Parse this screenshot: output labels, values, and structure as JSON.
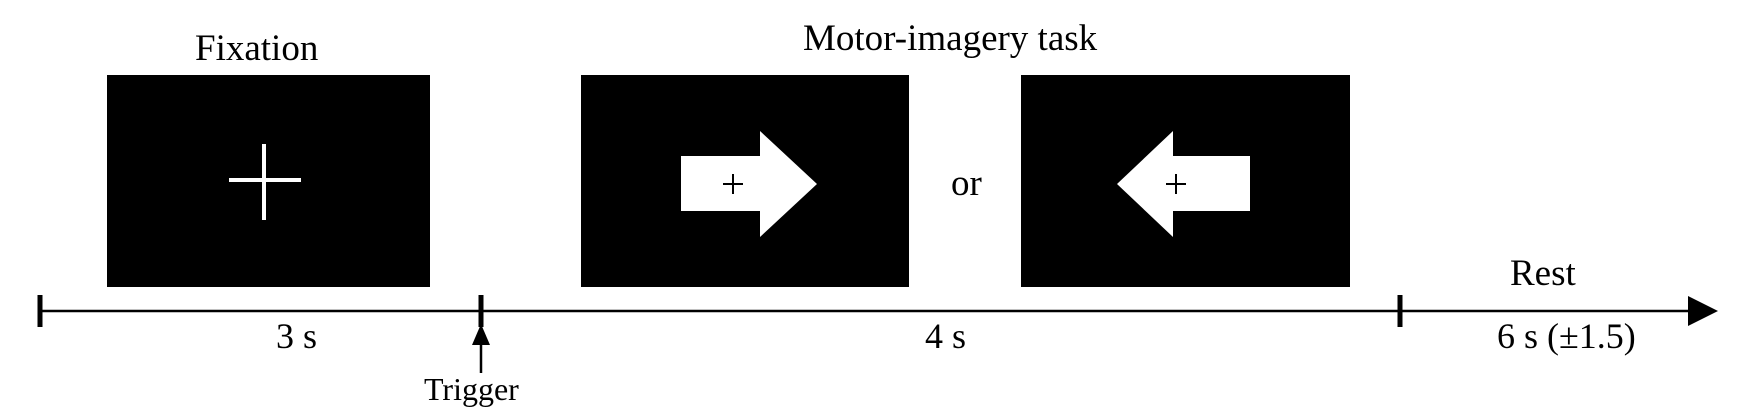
{
  "phases": {
    "fixation": {
      "title": "Fixation",
      "duration": "3 s"
    },
    "task": {
      "title": "Motor-imagery task",
      "duration": "4 s",
      "separator": "or"
    },
    "rest": {
      "title": "Rest",
      "duration": "6 s (±1.5)"
    }
  },
  "trigger": {
    "label": "Trigger"
  },
  "icons": {
    "fixation_stimulus": "fixation-cross-icon",
    "task_option_1": "right-arrow-icon",
    "task_option_2": "left-arrow-icon",
    "trigger_marker": "up-arrow-icon"
  },
  "colors": {
    "screen": "#000000",
    "stimulus": "#ffffff",
    "line": "#000000"
  }
}
